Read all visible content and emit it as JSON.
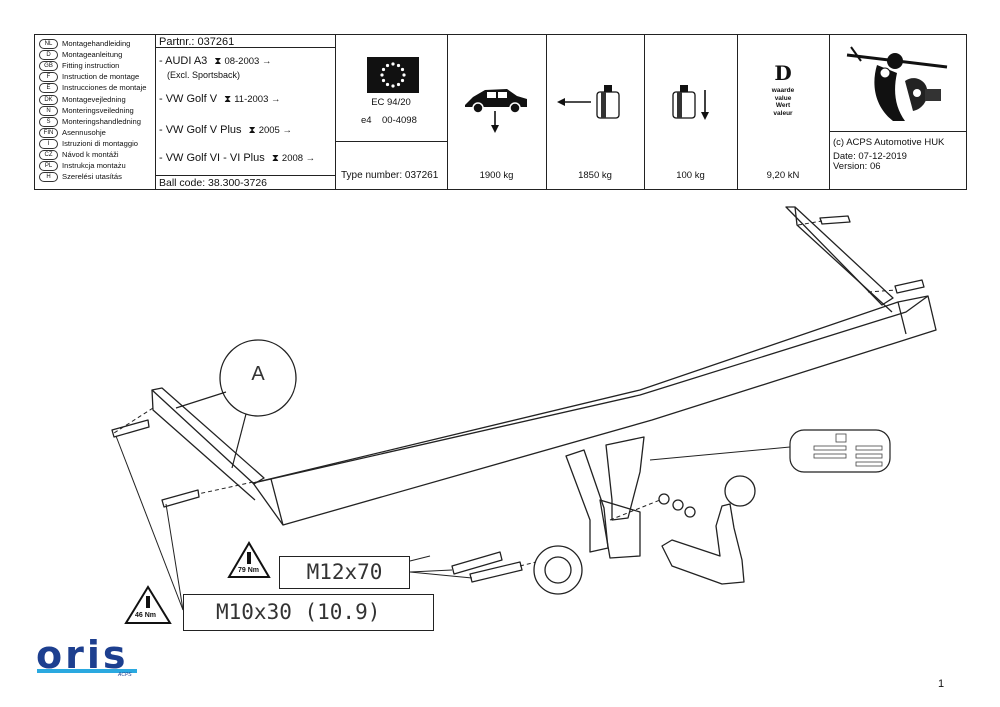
{
  "header": {
    "languages": [
      {
        "code": "NL",
        "label": "Montagehandleiding"
      },
      {
        "code": "D",
        "label": "Montageanleitung"
      },
      {
        "code": "GB",
        "label": "Fitting instruction"
      },
      {
        "code": "F",
        "label": "Instruction de montage"
      },
      {
        "code": "E",
        "label": "Instrucciones de montaje"
      },
      {
        "code": "DK",
        "label": "Montagevejledning"
      },
      {
        "code": "N",
        "label": "Monteringsveiledning"
      },
      {
        "code": "S",
        "label": "Monteringshandledning"
      },
      {
        "code": "FIN",
        "label": "Asennusohje"
      },
      {
        "code": "I",
        "label": "Istruzioni di montaggio"
      },
      {
        "code": "CZ",
        "label": "Návod k montáži"
      },
      {
        "code": "PL",
        "label": "Instrukcja montażu"
      },
      {
        "code": "H",
        "label": "Szerelési utasítás"
      }
    ],
    "part_number": "Partnr.: 037261",
    "vehicles": [
      {
        "name": "- AUDI A3",
        "note": "(Excl. Sportsback)",
        "years": "08-2003"
      },
      {
        "name": "- VW Golf V",
        "note": "",
        "years": "11-2003"
      },
      {
        "name": "- VW Golf V Plus",
        "note": "",
        "years": "2005"
      },
      {
        "name": "- VW Golf VI - VI Plus",
        "note": "",
        "years": "2008"
      }
    ],
    "ball_code": "Ball code: 38.300-3726",
    "approval": {
      "regulation": "EC 94/20",
      "number_prefix": "e4",
      "number": "00-4098"
    },
    "type_number": "Type number: 037261",
    "max_towing": "1900 kg",
    "max_trailer": "1850 kg",
    "vertical_load": "100 kg",
    "d_value": {
      "letter": "D",
      "lines": [
        "waarde",
        "value",
        "Wert",
        "valeur"
      ],
      "value": "9,20 kN"
    },
    "copyright": "(c) ACPS Automotive HUK",
    "date": "Date:  07-12-2019",
    "version": "Version:  06"
  },
  "drawing": {
    "callout_label": "A",
    "bolt_large": {
      "spec": "M12x70",
      "torque": "79 Nm"
    },
    "bolt_small": {
      "spec": "M10x30 (10.9)",
      "torque": "46 Nm"
    }
  },
  "footer": {
    "brand": "oris",
    "brand_sub": "ACPS",
    "page_number": "1"
  },
  "colors": {
    "brand_blue": "#1d3f8f",
    "brand_cyan": "#2aa9e0",
    "line": "#222222"
  }
}
